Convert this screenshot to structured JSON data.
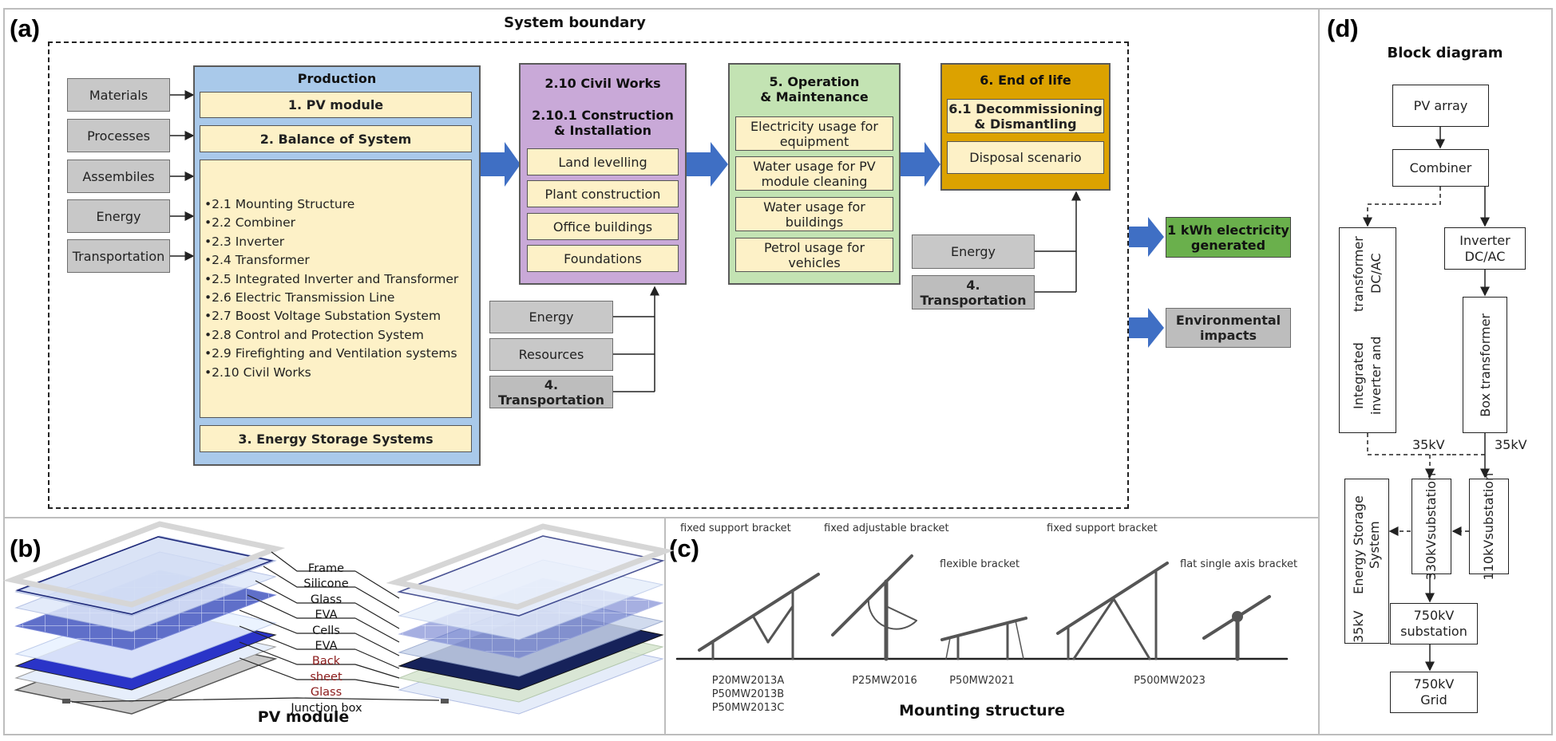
{
  "panel_labels": {
    "a": "(a)",
    "b": "(b)",
    "c": "(c)",
    "d": "(d)"
  },
  "a": {
    "system_boundary": "System boundary",
    "inputs": [
      "Materials",
      "Processes",
      "Assembiles",
      "Energy",
      "Transportation"
    ],
    "production": {
      "title": "Production",
      "pv_module": "1. PV module",
      "bos": "2. Balance of System",
      "bos_items": [
        "•2.1 Mounting Structure",
        "•2.2 Combiner",
        "•2.3 Inverter",
        "•2.4 Transformer",
        "•2.5 Integrated Inverter and Transformer",
        "•2.6 Electric Transmission Line",
        "•2.7 Boost Voltage Substation System",
        "•2.8 Control and Protection System",
        "•2.9 Firefighting and Ventilation systems",
        "•2.10 Civil Works"
      ],
      "ess": "3. Energy Storage Systems"
    },
    "civil": {
      "title1": "2.10 Civil Works",
      "title2": "2.10.1 Construction",
      "title3": "& Installation",
      "items": [
        "Land levelling",
        "Plant construction",
        "Office buildings",
        "Foundations"
      ],
      "inputs": [
        "Energy",
        "Resources",
        "4. Transportation"
      ]
    },
    "om": {
      "title1": "5. Operation",
      "title2": "& Maintenance",
      "items": [
        [
          "Electricity usage for",
          "equipment"
        ],
        [
          "Water usage for PV",
          "module cleaning"
        ],
        [
          "Water usage for",
          "buildings"
        ],
        [
          "Petrol usage for",
          "vehicles"
        ]
      ]
    },
    "eol": {
      "title": "6. End of life",
      "decom1": "6.1 Decommissioning",
      "decom2": "& Dismantling",
      "disposal": "Disposal scenario",
      "inputs": [
        "Energy",
        "4. Transportation"
      ]
    },
    "outputs": [
      [
        "1 kWh electricity",
        "generated"
      ],
      [
        "Environmental",
        "impacts"
      ]
    ],
    "colors": {
      "production": "#a9c9ea",
      "civil": "#c9a9d8",
      "om": "#c3e3b3",
      "eol": "#dca200",
      "output_green": "#6ab04c",
      "arrow": "#3f6fc4"
    }
  },
  "b": {
    "title": "PV module",
    "layers": [
      "Frame",
      "Silicone",
      "Glass",
      "EVA",
      "Cells",
      "EVA",
      "Back sheet",
      "Glass",
      "Junction box"
    ]
  },
  "c": {
    "title": "Mounting structure",
    "types": [
      "fixed support bracket",
      "fixed adjustable bracket",
      "flexible bracket",
      "fixed support bracket",
      "flat single axis bracket"
    ],
    "codes": [
      [
        "P20MW2013A",
        "P50MW2013B",
        "P50MW2013C"
      ],
      [
        "P25MW2016"
      ],
      [
        "P50MW2021"
      ],
      [
        "P500MW2023"
      ]
    ]
  },
  "d": {
    "title": "Block diagram",
    "pv_array": "PV array",
    "combiner": "Combiner",
    "inverter": [
      "Inverter",
      "DC/AC"
    ],
    "integrated": [
      "Integrated inverter and",
      "transformer DC/AC"
    ],
    "box_transformer": "Box transformer",
    "v35_a": "35kV",
    "v35_b": "35kV",
    "ess": [
      "35kV",
      "Energy Storage System"
    ],
    "sub330": [
      "330kV",
      "substation"
    ],
    "sub110": [
      "110kV",
      "substation"
    ],
    "sub750": [
      "750kV",
      "substation"
    ],
    "grid": [
      "750kV",
      "Grid"
    ]
  }
}
